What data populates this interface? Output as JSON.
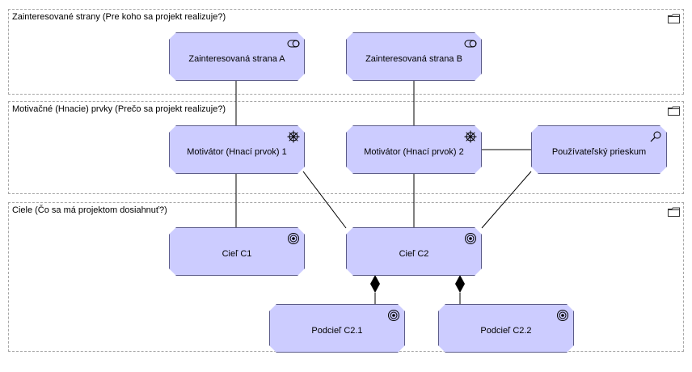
{
  "groups": {
    "stakeholders": {
      "title": "Zainteresované strany (Pre koho sa projekt realizuje?)",
      "icon": "folder-icon"
    },
    "drivers": {
      "title": "Motivačné (Hnacie) prvky (Prečo sa projekt realizuje?)",
      "icon": "folder-icon"
    },
    "goals": {
      "title": "Ciele (Čo sa má projektom dosiahnuť?)",
      "icon": "folder-icon"
    }
  },
  "nodes": {
    "stakeholder_a": {
      "label": "Zainteresovaná strana A",
      "icon": "stakeholder-icon"
    },
    "stakeholder_b": {
      "label": "Zainteresovaná strana B",
      "icon": "stakeholder-icon"
    },
    "driver_1": {
      "label": "Motivátor (Hnací prvok) 1",
      "icon": "driver-icon"
    },
    "driver_2": {
      "label": "Motivátor (Hnací prvok) 2",
      "icon": "driver-icon"
    },
    "assessment": {
      "label": "Používateľský prieskum",
      "icon": "assessment-icon"
    },
    "goal_c1": {
      "label": "Cieľ C1",
      "icon": "goal-icon"
    },
    "goal_c2": {
      "label": "Cieľ C2",
      "icon": "goal-icon"
    },
    "goal_c21": {
      "label": "Podcieľ C2.1",
      "icon": "goal-icon"
    },
    "goal_c22": {
      "label": "Podcieľ C2.2",
      "icon": "goal-icon"
    }
  },
  "colors": {
    "node_fill": "#ccccff",
    "node_border": "#5c5c8a",
    "group_border": "#a6a6a6",
    "line": "#000000"
  }
}
